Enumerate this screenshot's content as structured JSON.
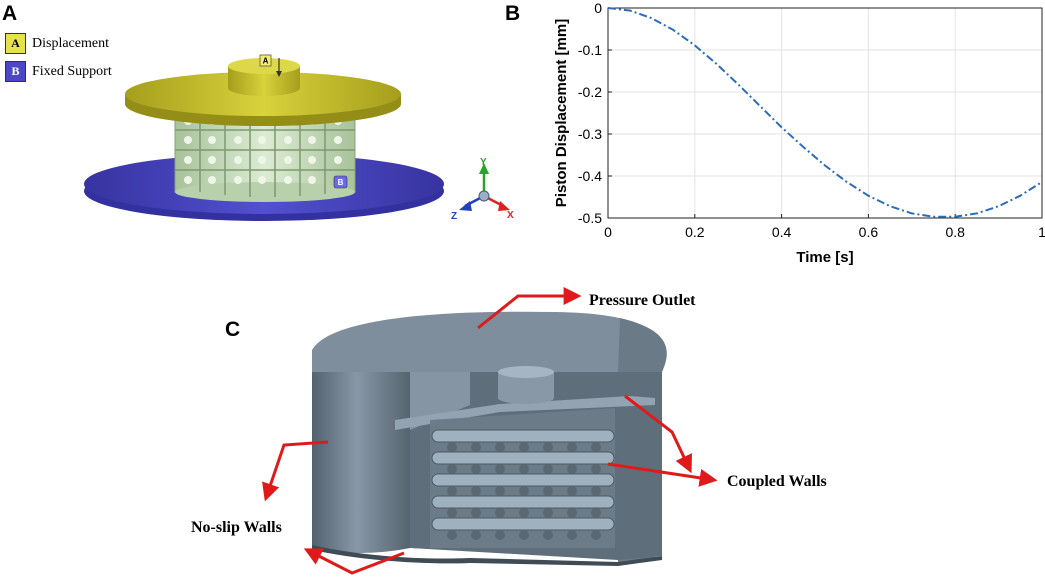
{
  "panels": {
    "a": "A",
    "b": "B",
    "c": "C"
  },
  "legend": [
    {
      "badge": "A",
      "label": "Displacement",
      "color": "#e6e24a"
    },
    {
      "badge": "B",
      "label": "Fixed Support",
      "color": "#4b47c8"
    }
  ],
  "model_a": {
    "piston_color": "#c9c230",
    "base_color": "#4a46c0",
    "lattice_color": "#cfe3c2",
    "marker_a": "A",
    "marker_b": "B"
  },
  "triad": {
    "x": "X",
    "y": "Y",
    "z": "Z"
  },
  "chart_data": {
    "type": "line",
    "xlabel": "Time [s]",
    "ylabel": "Piston Displacement [mm]",
    "xlim": [
      0,
      1
    ],
    "ylim": [
      -0.5,
      0
    ],
    "x_ticks": [
      0,
      0.2,
      0.4,
      0.6,
      0.8,
      1
    ],
    "y_ticks": [
      0,
      -0.1,
      -0.2,
      -0.3,
      -0.4,
      -0.5
    ],
    "grid": true,
    "line_style": "dash-dot",
    "line_color": "#2e6bb8",
    "series": [
      {
        "x": [
          0,
          0.05,
          0.1,
          0.15,
          0.2,
          0.25,
          0.3,
          0.35,
          0.4,
          0.45,
          0.5,
          0.55,
          0.6,
          0.65,
          0.7,
          0.75,
          0.8,
          0.85,
          0.9,
          0.95,
          1
        ],
        "values": [
          0,
          -0.006,
          -0.024,
          -0.052,
          -0.089,
          -0.133,
          -0.182,
          -0.233,
          -0.284,
          -0.331,
          -0.375,
          -0.414,
          -0.447,
          -0.472,
          -0.489,
          -0.497,
          -0.497,
          -0.489,
          -0.472,
          -0.447,
          -0.414
        ]
      }
    ]
  },
  "annotations_c": {
    "pressure_outlet": "Pressure Outlet",
    "coupled_walls": "Coupled Walls",
    "no_slip_walls": "No-slip Walls",
    "arrow_color": "#e01a1a"
  }
}
